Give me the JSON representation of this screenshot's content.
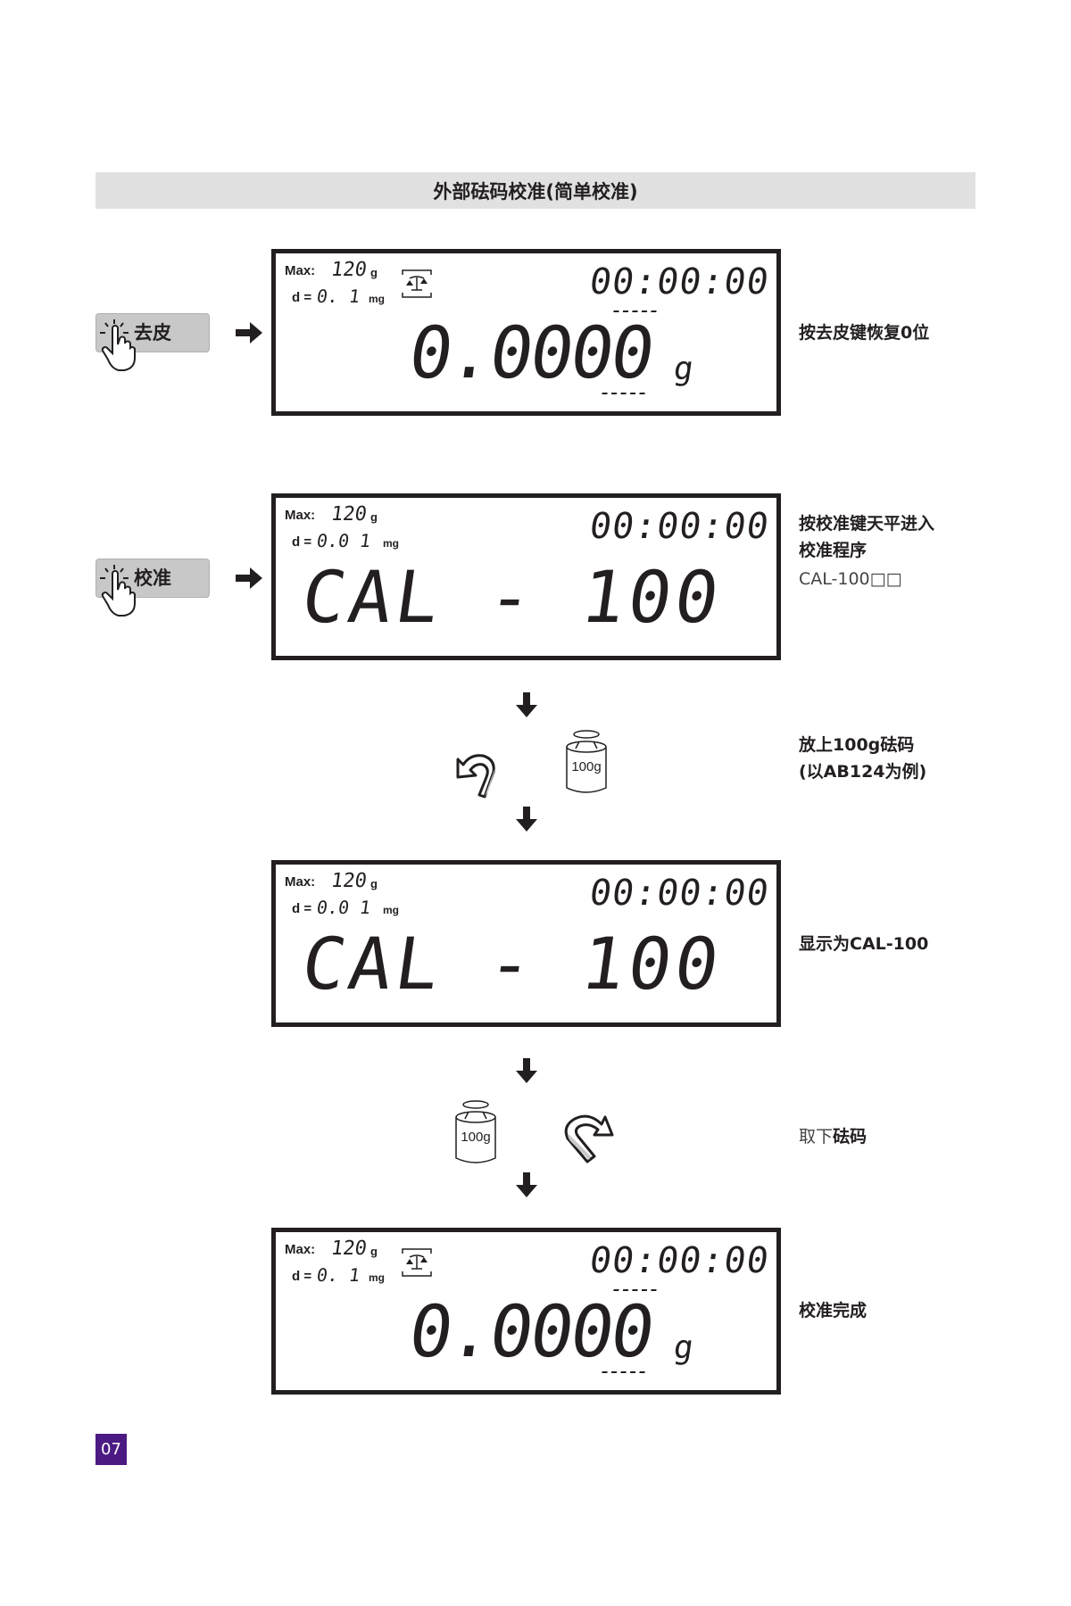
{
  "title": "外部砝码校准(简单校准)",
  "keys": {
    "tare": "去皮",
    "cal": "校准"
  },
  "lcd_common": {
    "max_label": "Max:",
    "max_value": "120",
    "max_unit": "g",
    "d_label": "d =",
    "unit_mg": "mg",
    "clock": "00:00:00"
  },
  "lcds": [
    {
      "d_value": "0. 1",
      "reading": "0.0000",
      "unit": "g"
    },
    {
      "d_value": "0.0 1",
      "reading": "CAL - 100"
    },
    {
      "d_value": "0.0 1",
      "reading": "CAL - 100"
    },
    {
      "d_value": "0. 1",
      "reading": "0.0000",
      "unit": "g"
    }
  ],
  "notes": {
    "step1": "按去皮键恢复0位",
    "step2_line1": "按校准键天平进入",
    "step2_line2": "校准程序",
    "step2_line3": "CAL-100□□",
    "step3_line1": "放上100g砝码",
    "step3_line2": "(以AB124为例)",
    "step4": "显示为CAL-100",
    "step5_plain": "取下",
    "step5_bold": "砝码",
    "step6": "校准完成"
  },
  "weight_label": "100g",
  "page_number": "07",
  "colors": {
    "page_badge": "#4b1a82",
    "title_bar": "#e1e1e1",
    "key": "#c8c8c8"
  }
}
